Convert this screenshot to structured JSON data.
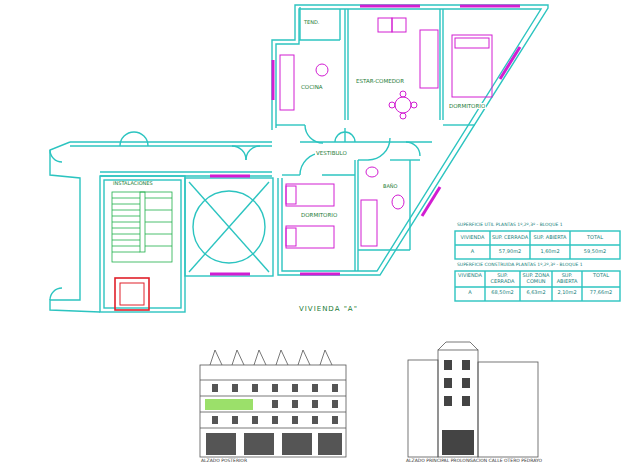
{
  "diagram": {
    "title": "VIVIENDA \"A\"",
    "labels": [
      "TEND.",
      "COCINA",
      "ESTAR-COMEDOR",
      "DORMITORIO",
      "VESTIBULO",
      "BAÑO",
      "DORMITORIO",
      "INSTALACIONES",
      "SUPERFICIE UTIL PLANTAS 1º,2º,3º - BLOQUE 1",
      "VIVIENDA",
      "SUP. CERRADA",
      "SUP. ABIERTA",
      "TOTAL",
      "A",
      "57,90m2",
      "1,60m2",
      "59,50m2",
      "SUPERFICIE CONSTRUIDA PLANTAS 1º,2º,3º - BLOQUE 1",
      "VIVIENDA",
      "SUP. CERRADA",
      "SUP. ZONA COMUN",
      "SUP. ABIERTA",
      "TOTAL",
      "A",
      "68,50m2",
      "6,63m2",
      "2,10m2",
      "77,66m2",
      "ALZADO POSTERIOR",
      "ALZADO PRINCIPAL PROLONGACION CALLE OTERO PEDRAYO"
    ]
  }
}
